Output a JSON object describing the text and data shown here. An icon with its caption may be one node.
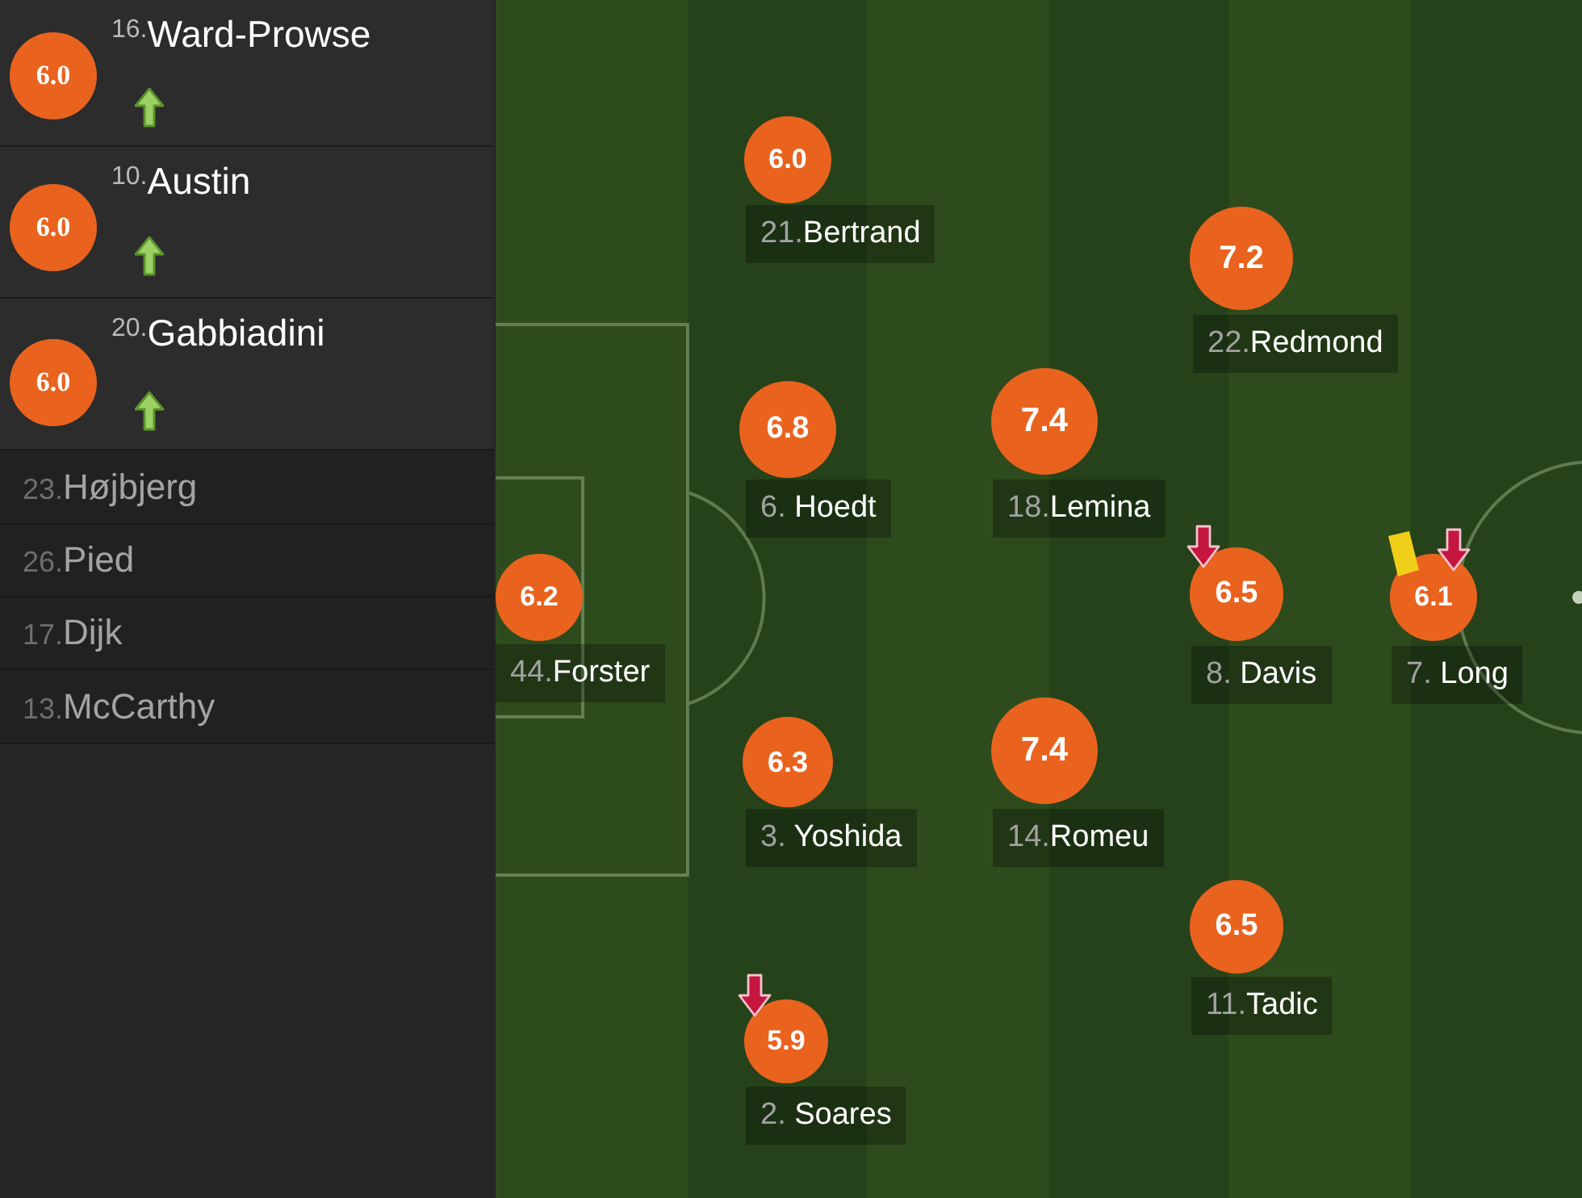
{
  "diagram": {
    "nodes": [
      {
        "text": [
          "6.0"
        ],
        "beside": [
          "$^{16.}$Ward-Prowse"
        ]
      },
      {
        "text": [
          "6.0"
        ],
        "beside": [
          "$^{10.}$Austin"
        ]
      },
      {
        "text": [
          "6.0"
        ],
        "beside": [
          "$^{20.}$Gabbiadini"
        ]
      },
      {
        "text": [
          "6.0"
        ],
        "beside": [
          "21.Bertrand"
        ]
      },
      {
        "text": [
          "7.2"
        ],
        "beside": [
          "22.Redmond"
        ]
      },
      {
        "text": [
          "6.8"
        ],
        "beside": [
          "6. Hoedt"
        ]
      },
      {
        "text": [
          "7.4"
        ],
        "beside": [
          "18.Lemina"
        ]
      },
      {
        "text": [
          "6.2"
        ],
        "beside": [
          "44.Forster"
        ]
      },
      {
        "text": [
          "6.5"
        ],
        "beside": [
          "8. Davis"
        ]
      },
      {
        "text": [
          "6.1"
        ],
        "beside": [
          "7. Long"
        ]
      },
      {
        "text": [
          "6.3"
        ],
        "beside": [
          "3. Yoshida"
        ]
      },
      {
        "text": [
          "7.4"
        ],
        "beside": [
          "14.Romeu"
        ]
      },
      {
        "text": [
          "6.5"
        ],
        "beside": [
          "11.Tadic"
        ]
      },
      {
        "text": [
          "5.9"
        ],
        "beside": [
          "2. Soares"
        ]
      }
    ],
    "labels": [
      "23.Højbjerg",
      "26.Pied",
      "17.Dijk",
      "13.McCarthy"
    ]
  }
}
